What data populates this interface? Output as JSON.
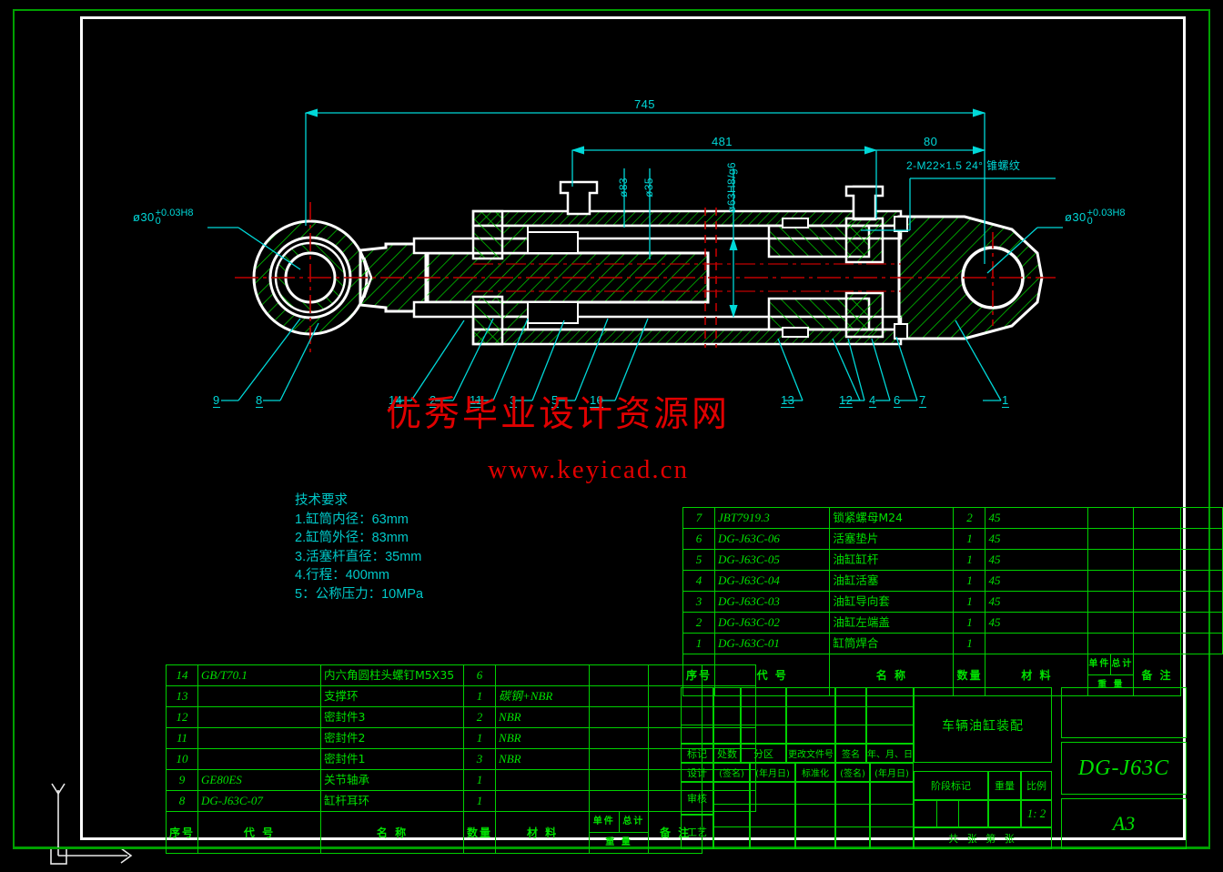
{
  "drawing": {
    "title_cn": "车辆油缸装配",
    "drawing_number": "DG-J63C",
    "sheet_size": "A3",
    "scale": "1: 2"
  },
  "watermark": {
    "chinese": "优秀毕业设计资源网",
    "url": "www.keyicad.cn"
  },
  "tech_notes": "技术要求\n1.缸筒内径：63mm\n2.缸筒外径：83mm\n3.活塞杆直径：35mm\n4.行程：400mm\n5：公称压力：10MPa",
  "dimensions": {
    "overall_length": "745",
    "stroke_dim": "481",
    "right_dim": "80",
    "thread_note": "2-M22×1.5  24° 锥螺纹",
    "bore_outer": "ø83",
    "rod_dia": "ø35",
    "fit_note": "ø63H8/g6",
    "left_pin": "ø30",
    "left_pin_upper": "+0.03H8",
    "left_pin_lower": "0",
    "right_pin": "ø30",
    "right_pin_upper": "+0.03H8",
    "right_pin_lower": "0"
  },
  "balloons": [
    "9",
    "8",
    "14",
    "2",
    "11",
    "3",
    "5",
    "10",
    "13",
    "12",
    "4",
    "6",
    "7",
    "1"
  ],
  "bom_header": {
    "seq": "序号",
    "code": "代  号",
    "name": "名  称",
    "qty": "数量",
    "material": "材  料",
    "unit_weight": "单件",
    "total_weight": "总计",
    "weight": "重  量",
    "remark": "备  注"
  },
  "bom_upper": [
    {
      "seq": "7",
      "code": "JBT7919.3",
      "name": "锁紧螺母M24",
      "qty": "2",
      "material": "45",
      "unit": "",
      "total": "",
      "remark": ""
    },
    {
      "seq": "6",
      "code": "DG-J63C-06",
      "name": "活塞垫片",
      "qty": "1",
      "material": "45",
      "unit": "",
      "total": "",
      "remark": ""
    },
    {
      "seq": "5",
      "code": "DG-J63C-05",
      "name": "油缸缸杆",
      "qty": "1",
      "material": "45",
      "unit": "",
      "total": "",
      "remark": ""
    },
    {
      "seq": "4",
      "code": "DG-J63C-04",
      "name": "油缸活塞",
      "qty": "1",
      "material": "45",
      "unit": "",
      "total": "",
      "remark": ""
    },
    {
      "seq": "3",
      "code": "DG-J63C-03",
      "name": "油缸导向套",
      "qty": "1",
      "material": "45",
      "unit": "",
      "total": "",
      "remark": ""
    },
    {
      "seq": "2",
      "code": "DG-J63C-02",
      "name": "油缸左端盖",
      "qty": "1",
      "material": "45",
      "unit": "",
      "total": "",
      "remark": ""
    },
    {
      "seq": "1",
      "code": "DG-J63C-01",
      "name": "缸筒焊合",
      "qty": "1",
      "material": "",
      "unit": "",
      "total": "",
      "remark": ""
    }
  ],
  "bom_lower": [
    {
      "seq": "14",
      "code": "GB/T70.1",
      "name": "内六角圆柱头螺钉M5X35",
      "qty": "6",
      "material": "",
      "unit": "",
      "total": "",
      "remark": ""
    },
    {
      "seq": "13",
      "code": "",
      "name": "支撑环",
      "qty": "1",
      "material": "碳钢+NBR",
      "unit": "",
      "total": "",
      "remark": ""
    },
    {
      "seq": "12",
      "code": "",
      "name": "密封件3",
      "qty": "2",
      "material": "NBR",
      "unit": "",
      "total": "",
      "remark": ""
    },
    {
      "seq": "11",
      "code": "",
      "name": "密封件2",
      "qty": "1",
      "material": "NBR",
      "unit": "",
      "total": "",
      "remark": ""
    },
    {
      "seq": "10",
      "code": "",
      "name": "密封件1",
      "qty": "3",
      "material": "NBR",
      "unit": "",
      "total": "",
      "remark": ""
    },
    {
      "seq": "9",
      "code": "GE80ES",
      "name": "关节轴承",
      "qty": "1",
      "material": "",
      "unit": "",
      "total": "",
      "remark": ""
    },
    {
      "seq": "8",
      "code": "DG-J63C-07",
      "name": "缸杆耳环",
      "qty": "1",
      "material": "",
      "unit": "",
      "total": "",
      "remark": ""
    }
  ],
  "title_block": {
    "mark": "标记",
    "count": "处数",
    "zone": "分区",
    "change_doc": "更改文件号",
    "signature": "签名",
    "date": "年、月、日",
    "design": "设计",
    "sign_paren": "(签名)",
    "date_paren": "(年月日)",
    "standardize": "标准化",
    "sign_paren2": "(签名)",
    "date_paren2": "(年月日)",
    "review": "审核",
    "process": "工艺",
    "stage_mark": "阶段标记",
    "weight": "重量",
    "scale_label": "比例",
    "sheets": "共  张 第  张"
  },
  "colors": {
    "border_green": "#00a000",
    "frame_white": "#ffffff",
    "dim_cyan": "#00d8d8",
    "hatch_green": "#00d000",
    "centerline_red": "#c00000",
    "watermark_red": "#e00000",
    "background": "#000000"
  }
}
